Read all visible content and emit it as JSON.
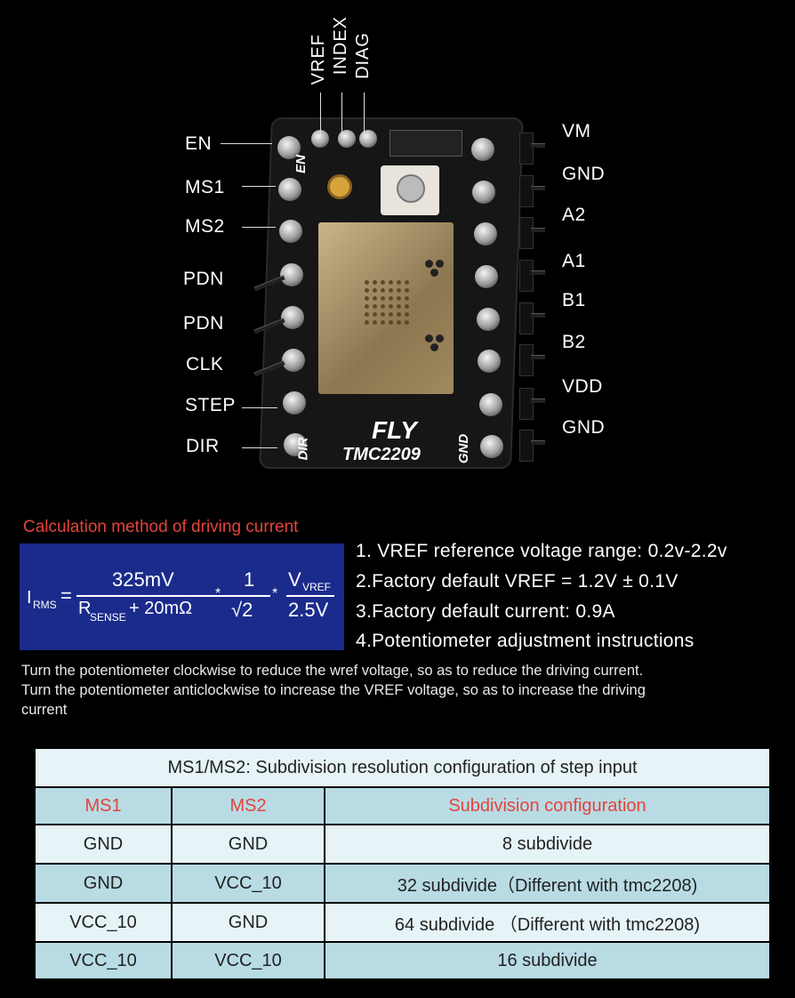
{
  "pins": {
    "top": [
      "VREF",
      "INDEX",
      "DIAG"
    ],
    "left": [
      "EN",
      "MS1",
      "MS2",
      "PDN",
      "PDN",
      "CLK",
      "STEP",
      "DIR"
    ],
    "right": [
      "VM",
      "GND",
      "A2",
      "A1",
      "B1",
      "B2",
      "VDD",
      "GND"
    ]
  },
  "board": {
    "brand": "FLY",
    "model": "TMC2209",
    "silk_en": "EN",
    "silk_dir": "DIR",
    "silk_gnd": "GND"
  },
  "calc": {
    "title": "Calculation method of driving current",
    "formula": {
      "irms": "I",
      "irms_sub": "RMS",
      "equals": "=",
      "num": "325mV",
      "den_r": "R",
      "den_sub": "SENSE",
      "den_rest": "+ 20mΩ",
      "star": "*",
      "one": "1",
      "sqrt2": "√2",
      "star2": "*",
      "vref": "V",
      "vref_sub": "VREF",
      "volt": "2.5V"
    },
    "items": [
      "1. VREF reference voltage range: 0.2v-2.2v",
      "2.Factory default VREF = 1.2V ± 0.1V",
      "3.Factory default current: 0.9A",
      "4.Potentiometer adjustment instructions"
    ],
    "desc": [
      "Turn the potentiometer clockwise to reduce the wref voltage, so as to reduce the driving current.",
      "Turn the potentiometer anticlockwise to increase the VREF voltage, so as to increase the driving",
      "current"
    ]
  },
  "table": {
    "title": "MS1/MS2: Subdivision resolution configuration of step input",
    "headers": [
      "MS1",
      "MS2",
      "Subdivision configuration"
    ],
    "rows": [
      [
        "GND",
        "GND",
        "8 subdivide"
      ],
      [
        "GND",
        "VCC_10",
        "32 subdivide（Different with tmc2208)"
      ],
      [
        "VCC_10",
        "GND",
        "64 subdivide （Different with tmc2208)"
      ],
      [
        "VCC_10",
        "VCC_10",
        "16 subdivide"
      ]
    ]
  }
}
